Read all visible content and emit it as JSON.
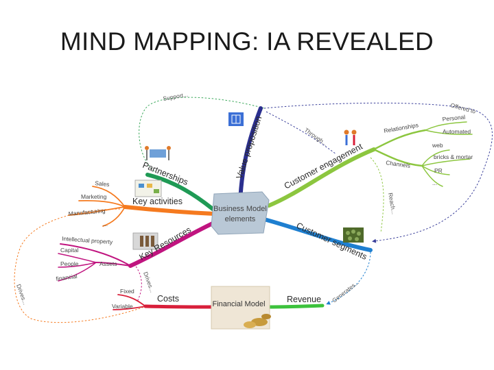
{
  "slide": {
    "title": "MIND MAPPING: IA REVEALED"
  },
  "center": {
    "line1": "Business Model",
    "line2": "elements"
  },
  "branches": {
    "value_proposition": "Value proposition",
    "customer_engagement": "Customer engagement",
    "partnerships": "Partnerships",
    "key_activities": "Key activities",
    "key_resources": "Key Resources",
    "customer_segments": "Customer segments",
    "costs": "Costs",
    "financial_model": "Financial Model",
    "revenue": "Revenue"
  },
  "subtopics": {
    "relationships": "Relationships",
    "personal": "Personal",
    "automated": "Automated",
    "channels": "Channels",
    "web": "web",
    "bricks_mortar": "bricks & mortar",
    "pr": "PR",
    "channels_more": "...",
    "sales": "Sales",
    "marketing": "Marketing",
    "manufacturing": "Manufacturing",
    "activities_more": "...",
    "intellectual_property": "Intellectual property",
    "capital": "Capital",
    "assets": "Assets",
    "people": "People",
    "financial": "financial",
    "fixed": "Fixed",
    "variable": "Variable"
  },
  "relations": {
    "support": "Support...",
    "offered_to": "Offered to",
    "through": "Through...",
    "reach": "Reach...",
    "drives_resources": "Drives...",
    "drives_activities": "Drives...",
    "generates": "Generates..."
  },
  "colors": {
    "value_proposition": "#2b2f8f",
    "customer_engagement": "#8cc63f",
    "partnerships": "#1f9a55",
    "key_activities": "#f57a1f",
    "key_resources": "#c0147f",
    "customer_segments": "#1e7fd0",
    "costs": "#d81f3a",
    "revenue": "#3cc23c",
    "relation_support": "#3aa85a",
    "relation_offered": "#3a3f9a",
    "relation_reach": "#8cc63f",
    "relation_drives": "#f57a1f",
    "relation_generates": "#1e7fd0"
  }
}
